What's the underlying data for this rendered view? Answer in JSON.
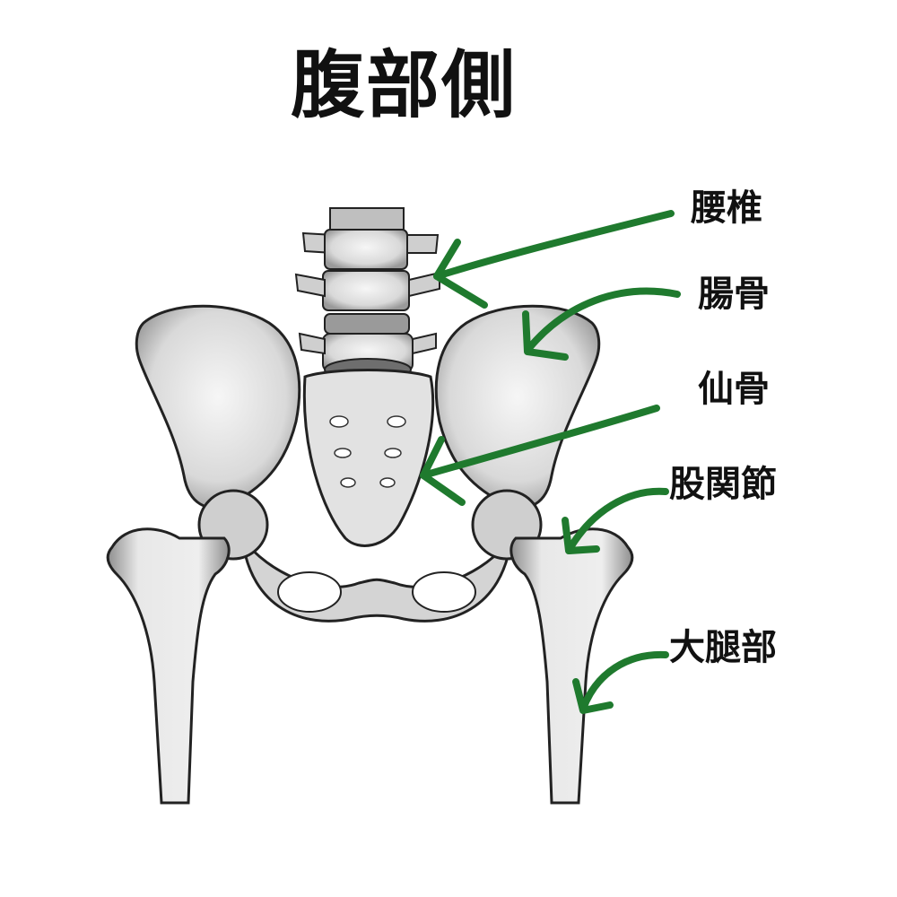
{
  "title": "腹部側",
  "labels": {
    "lumbar": "腰椎",
    "ilium": "腸骨",
    "sacrum": "仙骨",
    "hip_joint": "股関節",
    "thigh": "大腿部"
  },
  "colors": {
    "arrow": "#1f7a2e",
    "bone_fill": "#ececec",
    "bone_stroke": "#222222",
    "text": "#111111"
  }
}
